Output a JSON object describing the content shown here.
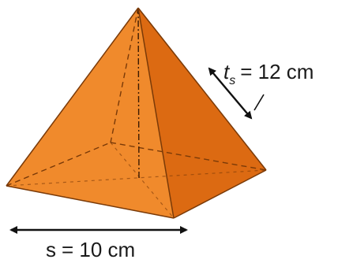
{
  "figure": {
    "shape": "square-pyramid",
    "colors": {
      "face_light": "#f08a2c",
      "face_mid": "#e6781a",
      "face_dark": "#d8650f",
      "edge": "#7a3a08",
      "arrow": "#111111"
    },
    "base_label": {
      "symbol": "s",
      "equals": "= 10 cm",
      "value": 10,
      "unit": "cm"
    },
    "slant_label": {
      "symbol": "t",
      "subscript": "s",
      "equals": "= 12 cm",
      "value": 12,
      "unit": "cm"
    }
  }
}
